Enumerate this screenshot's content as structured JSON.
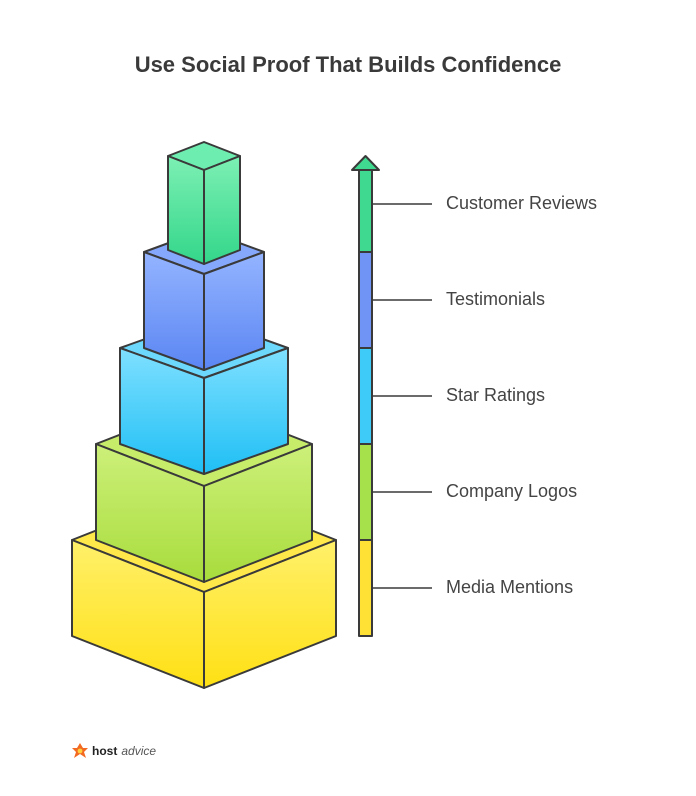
{
  "title": "Use Social Proof That Builds Confidence",
  "levels": [
    {
      "label": "Customer Reviews",
      "color": "#3fd98f"
    },
    {
      "label": "Testimonials",
      "color": "#6f94f5"
    },
    {
      "label": "Star Ratings",
      "color": "#3ecbf7"
    },
    {
      "label": "Company Logos",
      "color": "#a6e04a"
    },
    {
      "label": "Media Mentions",
      "color": "#ffe135"
    }
  ],
  "brand": {
    "bold": "host",
    "light": "advice"
  },
  "icons": {
    "brand": "hostadvice-logo-icon",
    "arrow": "arrow-up-icon"
  }
}
